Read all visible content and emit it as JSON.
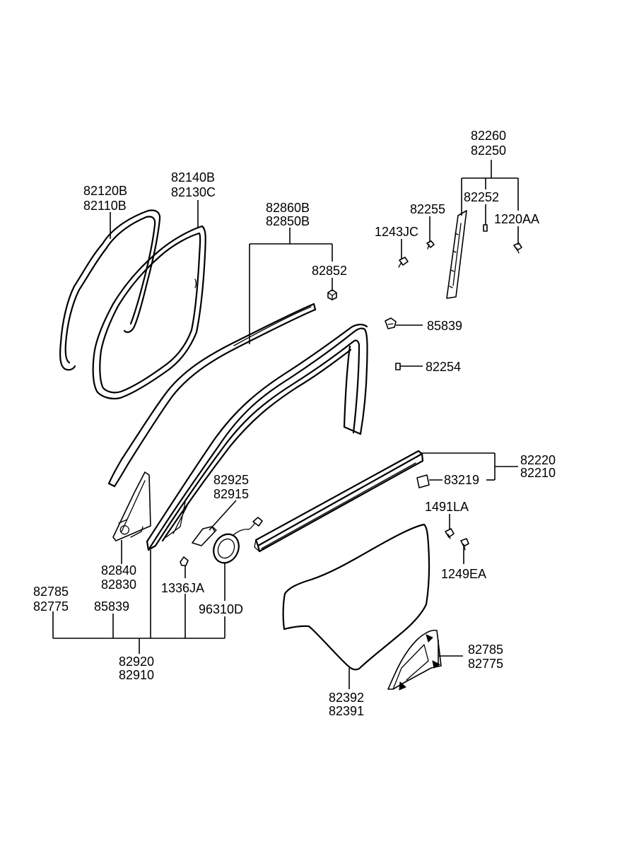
{
  "labels": {
    "p82260": "82260",
    "p82250": "82250",
    "p82140B": "82140B",
    "p82130C": "82130C",
    "p82120B": "82120B",
    "p82110B": "82110B",
    "p82860B": "82860B",
    "p82850B": "82850B",
    "p82255": "82255",
    "p82252": "82252",
    "p1243JC": "1243JC",
    "p1220AA": "1220AA",
    "p82852": "82852",
    "p85839a": "85839",
    "p82254": "82254",
    "p82220": "82220",
    "p82210": "82210",
    "p83219": "83219",
    "p82925": "82925",
    "p82915": "82915",
    "p1491LA": "1491LA",
    "p1249EA": "1249EA",
    "p82840": "82840",
    "p82830": "82830",
    "p82785a": "82785",
    "p82775a": "82775",
    "p85839b": "85839",
    "p1336JA": "1336JA",
    "p96310D": "96310D",
    "p82920": "82920",
    "p82910": "82910",
    "p82392": "82392",
    "p82391": "82391",
    "p82785b": "82785",
    "p82775b": "82775"
  }
}
